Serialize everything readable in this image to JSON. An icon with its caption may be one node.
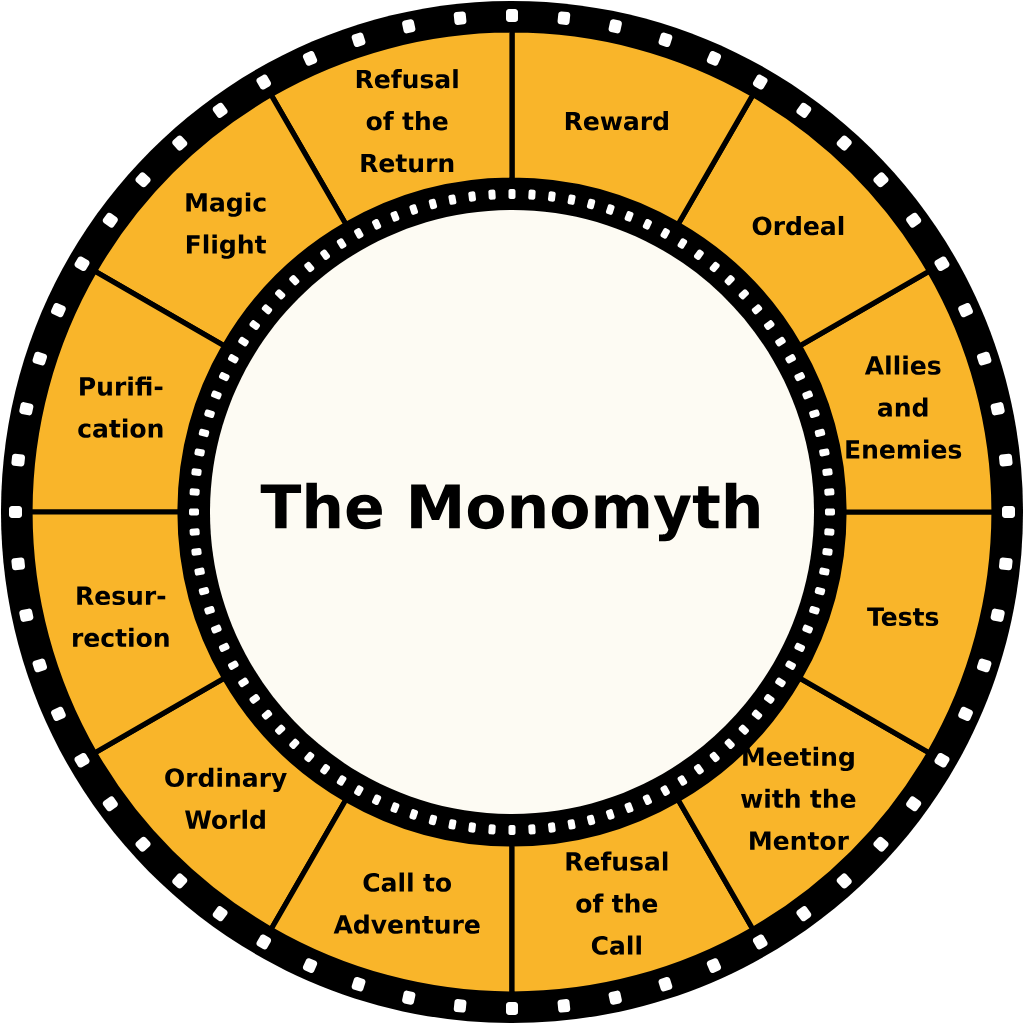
{
  "diagram": {
    "nodes": [
      {
        "text": [
          "The Monomyth"
        ]
      },
      {
        "text": [
          "Ordinary World"
        ]
      },
      {
        "text": [
          "Call to Adventure"
        ]
      },
      {
        "text": [
          "Refusal of the Call"
        ]
      },
      {
        "text": [
          "Meeting with the Mentor"
        ]
      },
      {
        "text": [
          "Tests"
        ]
      },
      {
        "text": [
          "Allies and Enemies"
        ]
      },
      {
        "text": [
          "Ordeal"
        ]
      },
      {
        "text": [
          "Reward"
        ]
      },
      {
        "text": [
          "Refusal of the Return"
        ]
      },
      {
        "text": [
          "Magic Flight"
        ]
      },
      {
        "text": [
          "Purifi- cation"
        ]
      },
      {
        "text": [
          "Resur- rection"
        ]
      }
    ]
  }
}
